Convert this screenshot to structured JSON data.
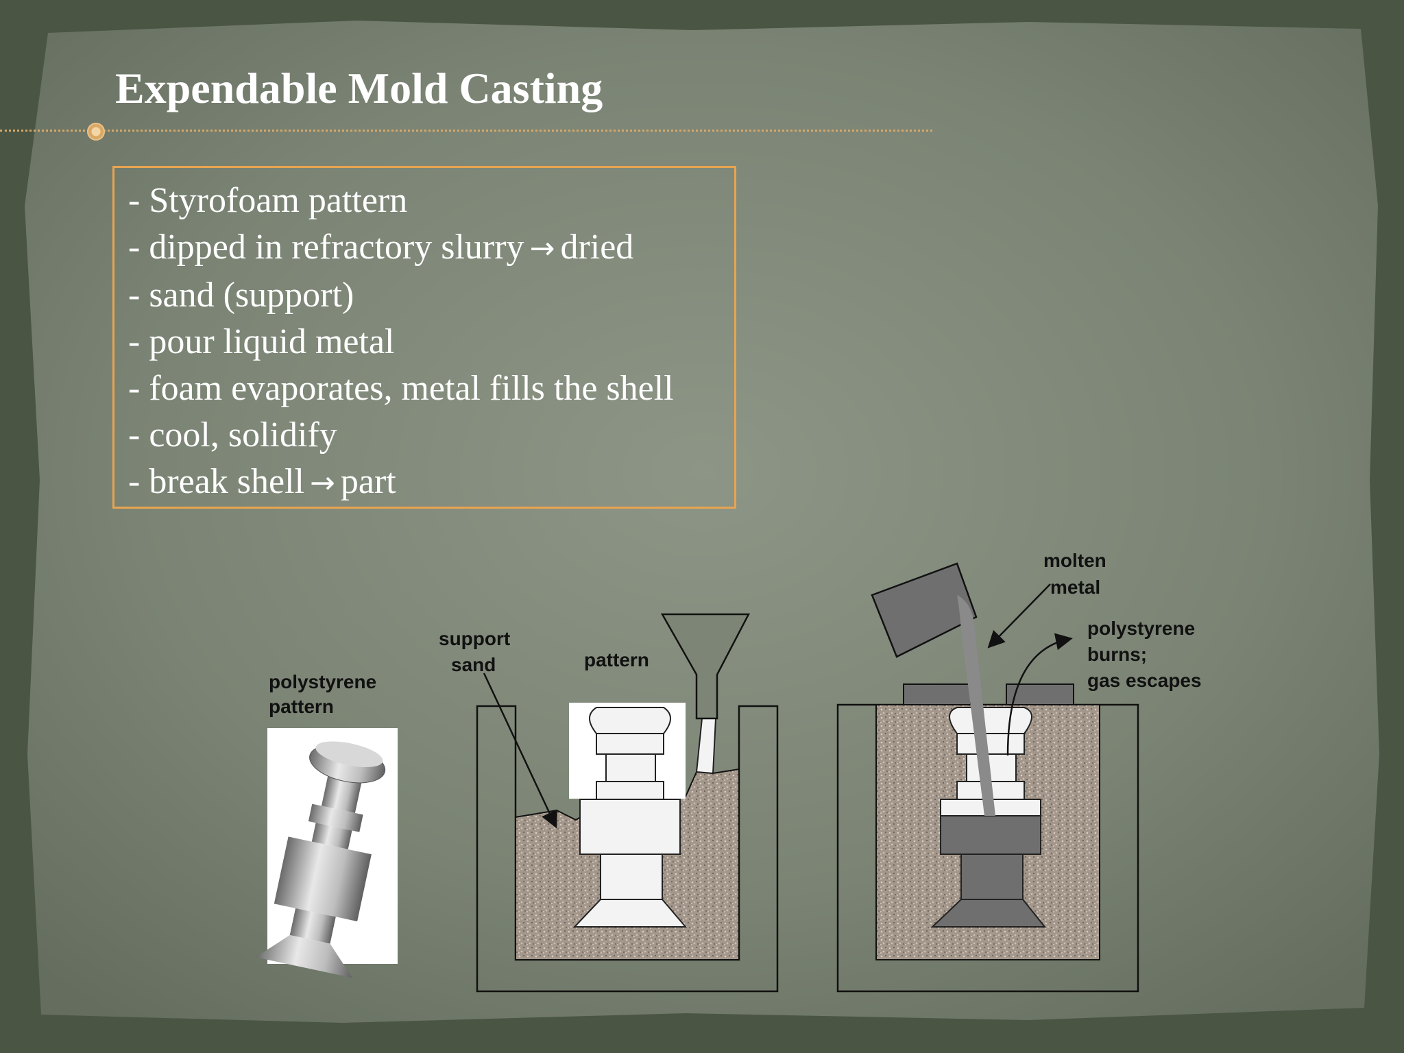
{
  "title": "Expendable Mold Casting",
  "bullets": [
    {
      "text": "- Styrofoam pattern"
    },
    {
      "text": "- dipped in refractory slurry",
      "arrow": "→",
      "after": "dried"
    },
    {
      "text": "- sand (support)"
    },
    {
      "text": "- pour liquid metal"
    },
    {
      "text": "- foam evaporates, metal fills the shell"
    },
    {
      "text": "- cool, solidify"
    },
    {
      "text": "- break shell",
      "arrow": "→",
      "after": "part"
    }
  ],
  "diagram": {
    "pattern_label_line1": "polystyrene",
    "pattern_label_line2": "pattern",
    "support_label_line1": "support",
    "support_label_line2": "sand",
    "pattern_label": "pattern",
    "molten_label_line1": "molten",
    "molten_label_line2": "metal",
    "burn_label_line1": "polystyrene",
    "burn_label_line2": "burns;",
    "burn_label_line3": "gas escapes"
  },
  "colors": {
    "slide": "#7d8676",
    "border": "#e8a450",
    "sand": "#a89a8e",
    "metal": "#6f6f6f"
  }
}
